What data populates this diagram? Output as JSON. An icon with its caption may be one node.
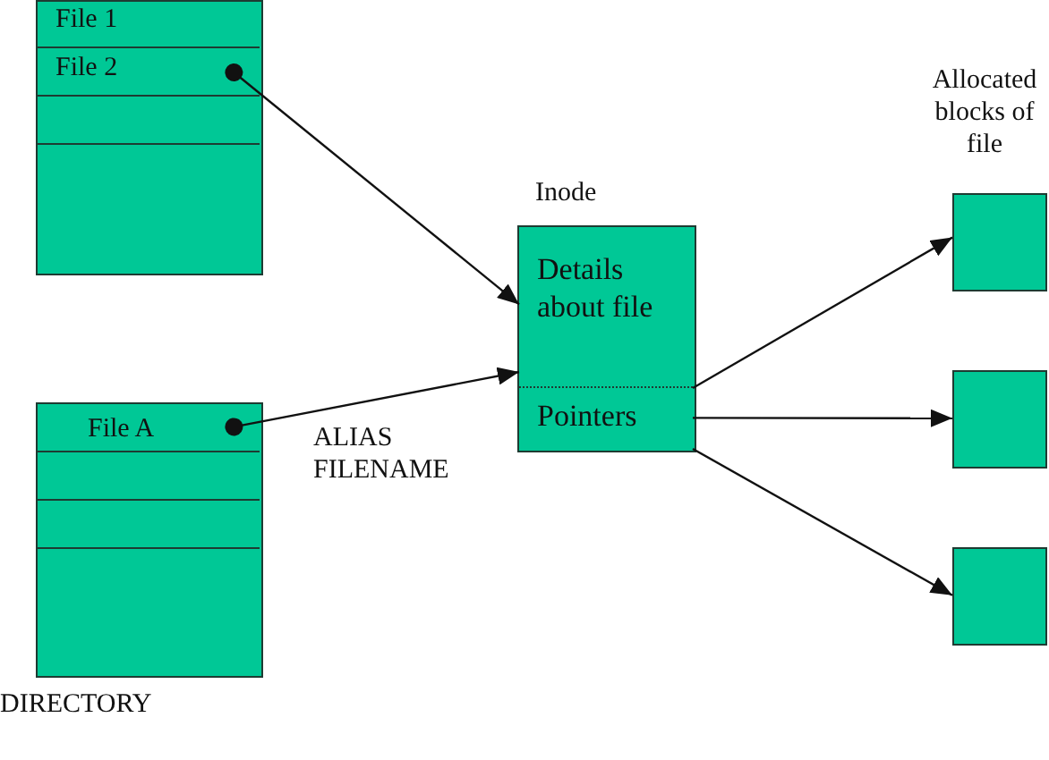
{
  "diagram": {
    "nodes": [
      {
        "text": [],
        "shape": "box"
      },
      {
        "text": [
          "File 1"
        ],
        "in": 0
      },
      {
        "text": [
          "File 2"
        ],
        "in": 0
      },
      {
        "text": [],
        "shape": "box",
        "in": 0
      },
      {
        "text": [],
        "shape": "box"
      },
      {
        "text": [
          "File A"
        ],
        "in": 4
      },
      {
        "text": [],
        "shape": "box",
        "in": 4
      },
      {
        "text": [],
        "shape": "box",
        "in": 4
      },
      {
        "text": [
          "Inode"
        ]
      },
      {
        "text": [
          "Details about file"
        ],
        "in": 8
      },
      {
        "text": [
          "Pointers"
        ],
        "in": 8
      },
      {
        "text": [],
        "shape": "box"
      },
      {
        "text": [],
        "shape": "box"
      },
      {
        "text": [],
        "shape": "box"
      }
    ],
    "edges": [
      {
        "from": 2,
        "to": 9,
        "arrow": "to"
      },
      {
        "from": 5,
        "to": 9,
        "arrow": "to",
        "label": "ALIAS FILENAME"
      },
      {
        "from": 10,
        "to": 11,
        "arrow": "to"
      },
      {
        "from": 10,
        "to": 12,
        "arrow": "to"
      },
      {
        "from": 10,
        "to": 13,
        "arrow": "to"
      }
    ],
    "labels": [
      "Allocated blocks of file",
      "DIRECTORY"
    ]
  }
}
